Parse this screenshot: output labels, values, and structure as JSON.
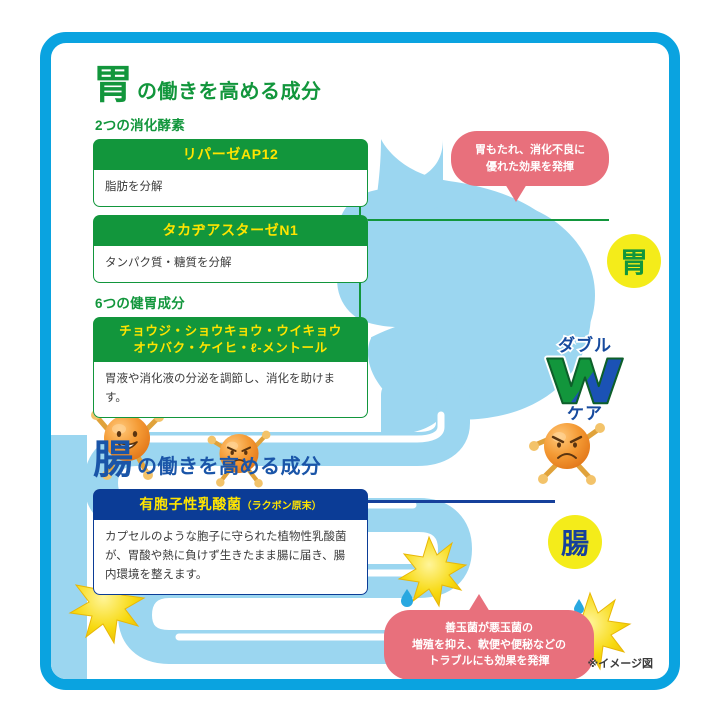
{
  "frame": {
    "border_color": "#0aa3e0",
    "background": "#ffffff"
  },
  "colors": {
    "green": "#12963c",
    "navy": "#0b3c96",
    "navy_text": "#1a55a8",
    "yellow": "#f4ec1a",
    "header_text_yellow": "#ffe400",
    "pink": "#e8707c",
    "organ_blue": "#9bd6f0",
    "frame_blue": "#0aa3e0",
    "body_text": "#3b3b3b",
    "bacteria_orange": "#f08c28",
    "burst_yellow": "#f5d613"
  },
  "stomach_section": {
    "heading_kanji": "胃",
    "heading_rest": "の働きを高める成分",
    "sub_label_enzymes": "2つの消化酵素",
    "sub_label_tonics": "6つの健胃成分",
    "cards": [
      {
        "title": "リパーゼAP12",
        "body": "脂肪を分解"
      },
      {
        "title": "タカヂアスターゼN1",
        "body": "タンパク質・糖質を分解"
      },
      {
        "title_line1": "チョウジ・ショウキョウ・ウイキョウ",
        "title_line2": "オウバク・ケイヒ・ℓ-メントール",
        "body": "胃液や消化液の分泌を調節し、消化を助けます。"
      }
    ]
  },
  "intestine_section": {
    "heading_kanji": "腸",
    "heading_rest": "の働きを高める成分",
    "card": {
      "title": "有胞子性乳酸菌",
      "title_note": "（ラクボン原末）",
      "body": "カプセルのような胞子に守られた植物性乳酸菌が、胃酸や熱に負けず生きたまま腸に届き、腸内環境を整えます。"
    }
  },
  "badges": {
    "stomach": "胃",
    "intestine": "腸"
  },
  "callouts": {
    "top_line1": "胃もたれ、消化不良に",
    "top_line2": "優れた効果を発揮",
    "bottom_line1": "善玉菌が悪玉菌の",
    "bottom_line2": "増殖を抑え、軟便や便秘などの",
    "bottom_line3": "トラブルにも効果を発揮"
  },
  "logo": {
    "caption_top": "ダブル",
    "letter": "W",
    "caption_bottom": "ケア"
  },
  "footer": {
    "note": "※イメージ図"
  }
}
